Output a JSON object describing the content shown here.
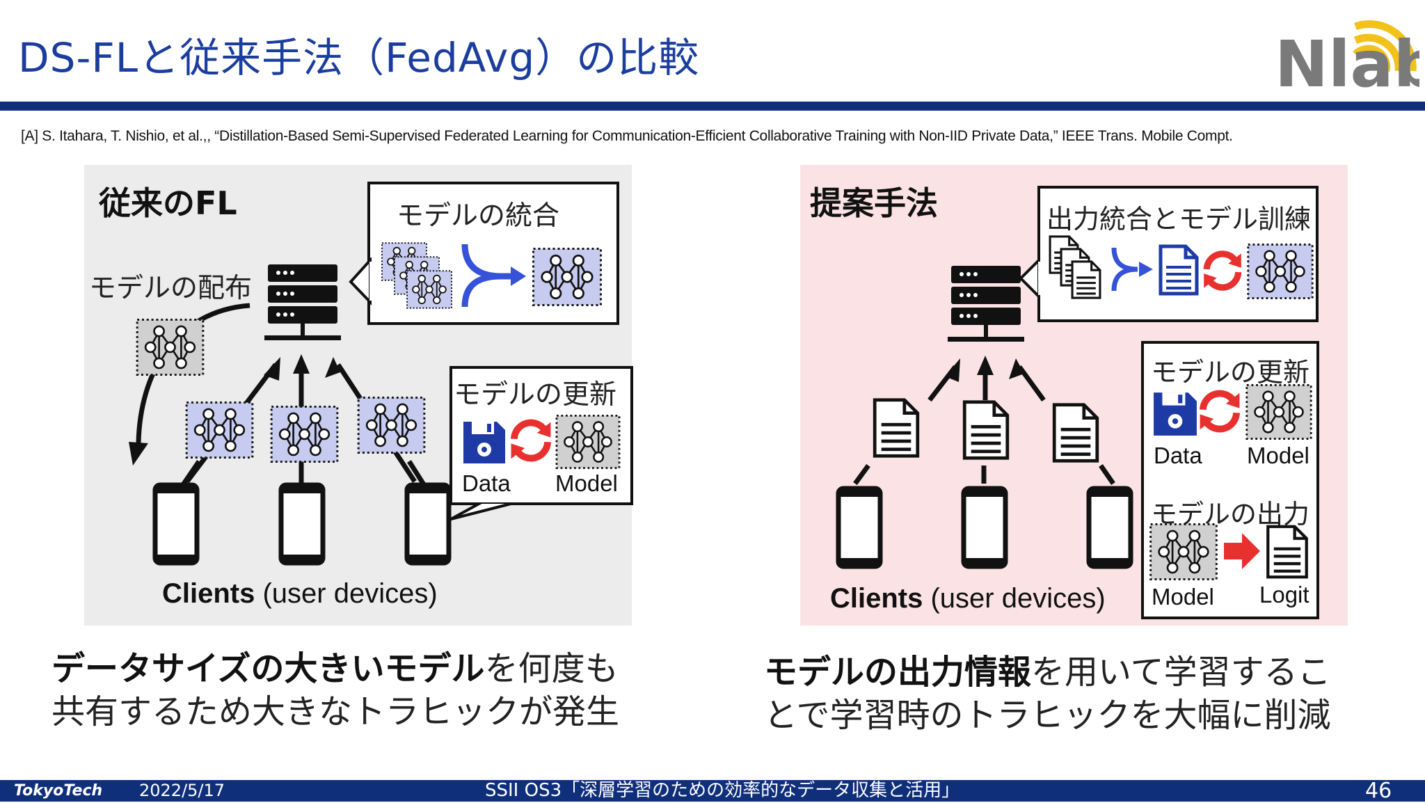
{
  "slide": {
    "title": "DS-FLと従来手法（FedAvg）の比較",
    "citation": "[A] S. Itahara, T. Nishio, et al.,, “Distillation-Based Semi-Supervised Federated Learning for Communication-Efficient Collaborative Training with Non-IID Private Data,” IEEE Trans. Mobile Compt.",
    "logo_text": "Nlab"
  },
  "left_panel": {
    "heading": "従来のFL",
    "distribution_label": "モデルの配布",
    "aggregation_box_label": "モデルの統合",
    "update_box_label": "モデルの更新",
    "data_label": "Data",
    "model_label": "Model",
    "clients_bold": "Clients",
    "clients_rest": " (user devices)"
  },
  "right_panel": {
    "heading": "提案手法",
    "aggregation_box_label": "出力統合とモデル訓練",
    "update_box_label": "モデルの更新",
    "data_label": "Data",
    "model_label": "Model",
    "output_label": "モデルの出力",
    "output_model_label": "Model",
    "logit_label": "Logit",
    "clients_bold": "Clients",
    "clients_rest": " (user devices)"
  },
  "summary_left": {
    "line1_bold": "データサイズの大きいモデル",
    "line1_rest": "を何度も",
    "line2": "共有するため大きなトラヒックが発生"
  },
  "summary_right": {
    "line1_bold": "モデルの出力情報",
    "line1_rest": "を用いて学習するこ",
    "line2": "とで学習時のトラヒックを大幅に削減"
  },
  "footer": {
    "institution": "TokyoTech",
    "date": "2022/5/17",
    "event": "SSII OS3「深層学習のための効率的なデータ収集と活用」",
    "page": "46"
  },
  "colors": {
    "title_blue": "#1a3d9e",
    "bar_navy": "#102f7a",
    "left_bg": "#ececec",
    "right_bg": "#fbe3e5",
    "nn_fill": "#c6cbef",
    "nn_grey": "#d0d0d0",
    "arrow_blue": "#3552d8",
    "doc_blue": "#1d3aa6",
    "red": "#e8312f",
    "logo_yellow": "#f2c21b",
    "logo_grey": "#7a7a7a"
  }
}
